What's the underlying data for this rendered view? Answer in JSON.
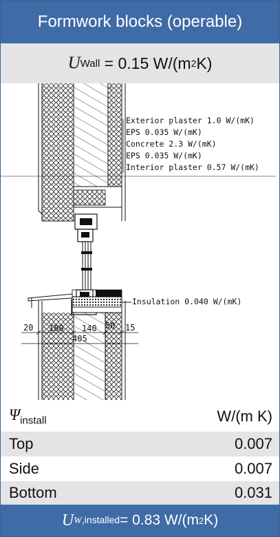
{
  "header": {
    "title": "Formwork blocks (operable)"
  },
  "wall": {
    "symbol": "U",
    "subscript": "Wall",
    "equals": "= 0.15 W/(m",
    "exp": "2",
    "tail": " K)"
  },
  "drawing": {
    "layers": [
      "Exterior plaster 1.0 W/(mK)",
      "EPS 0.035 W/(mK)",
      "Concrete 2.3 W/(mK)",
      "EPS 0.035 W/(mK)",
      "Interior plaster 0.57 W/(mK)"
    ],
    "insulation": "Insulation 0.040 W/(mK)",
    "dims": {
      "d20": "20",
      "d180": "180",
      "d140": "140",
      "d50": "50",
      "d15": "15",
      "d405": "405"
    }
  },
  "psi": {
    "symbol": "Ψ",
    "subscript": "install",
    "unit": "W/(m K)",
    "rows": [
      {
        "label": "Top",
        "value": "0.007"
      },
      {
        "label": "Side",
        "value": "0.007"
      },
      {
        "label": "Bottom",
        "value": "0.031"
      }
    ]
  },
  "installed": {
    "symbol": "U",
    "sub_italic": "W",
    "sub_rest": ",installed",
    "equals": " = 0.83 W/(m",
    "exp": "2",
    "tail": " K)"
  },
  "colors": {
    "accent": "#3f6ba6",
    "band": "#e4e4e4"
  }
}
